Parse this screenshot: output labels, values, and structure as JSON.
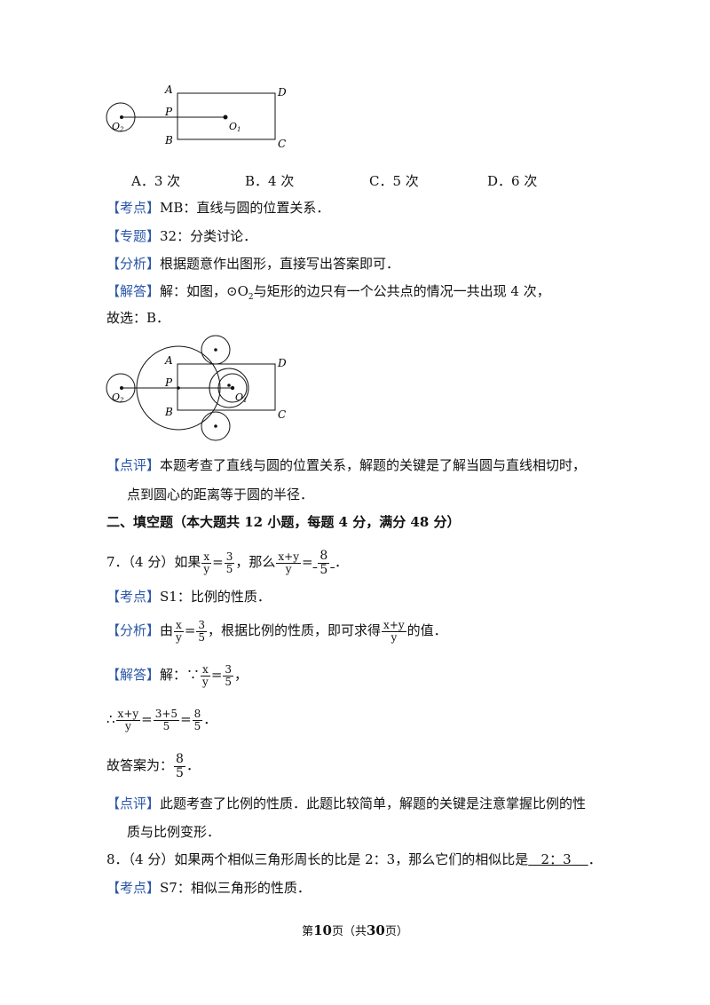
{
  "figure1": {
    "labels": {
      "A": "A",
      "P": "P",
      "B": "B",
      "D": "D",
      "C": "C",
      "O2": "O",
      "O2sub": "2",
      "O1": "O",
      "O1sub": "1"
    }
  },
  "options": [
    "A．3 次",
    "B．4 次",
    "C．5 次",
    "D．6 次"
  ],
  "q6": {
    "kaodian_tag": "【考点】",
    "kaodian": "MB：直线与圆的位置关系．",
    "zhuanti_tag": "【专题】",
    "zhuanti": "32：分类讨论．",
    "fenxi_tag": "【分析】",
    "fenxi": "根据题意作出图形，直接写出答案即可．",
    "jieda_tag": "【解答】",
    "jieda_pre": "解：如图，⊙O",
    "jieda_sub": "2",
    "jieda_post": "与矩形的边只有一个公共点的情况一共出现 4 次，",
    "guxuan": "故选：B．",
    "dianping_tag": "【点评】",
    "dianping_1": "本题考查了直线与圆的位置关系，解题的关键是了解当圆与直线相切时，",
    "dianping_2": "点到圆心的距离等于圆的半径．"
  },
  "section2": "二、填空题（本大题共 12 小题，每题 4 分，满分 48 分）",
  "q7": {
    "stem_pre": "7．（4 分）如果",
    "frac_xy_num": "x",
    "frac_xy_den": "y",
    "eq": "=",
    "frac_35_num": "3",
    "frac_35_den": "5",
    "stem_mid": "，那么",
    "frac_xpy_num": "x+y",
    "frac_xpy_den": "y",
    "blank_pre": "=",
    "ans_num": "8",
    "ans_den": "5",
    "stem_end": "．",
    "kaodian_tag": "【考点】",
    "kaodian": "S1：比例的性质．",
    "fenxi_tag": "【分析】",
    "fenxi_pre": "由",
    "fenxi_mid": "，根据比例的性质，即可求得",
    "fenxi_end": "的值．",
    "jieda_tag": "【解答】",
    "jieda_pre": "解：∵",
    "jieda_end": "，",
    "so": "∴",
    "calc_num": "3+5",
    "calc_den": "5",
    "res_num": "8",
    "res_den": "5",
    "period": "．",
    "daan": "故答案为：",
    "dianping_tag": "【点评】",
    "dianping_1": "此题考查了比例的性质．此题比较简单，解题的关键是注意掌握比例的性",
    "dianping_2": "质与比例变形．"
  },
  "q8": {
    "stem": "8．（4 分）如果两个相似三角形周长的比是 2：3，那么它们的相似比是",
    "answer": "2：3",
    "end": "．",
    "kaodian_tag": "【考点】",
    "kaodian": "S7：相似三角形的性质．"
  },
  "footer": {
    "pre": "第",
    "page": "10",
    "mid": "页（共",
    "total": "30",
    "post": "页）"
  }
}
